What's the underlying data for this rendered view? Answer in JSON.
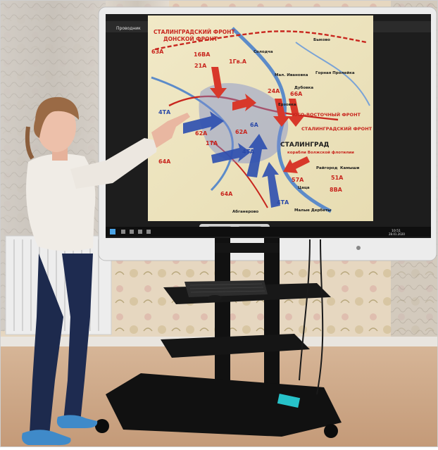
{
  "screen": {
    "window_label": "Проводник",
    "taskbar_time": "10:51",
    "taskbar_date": "28.01.2020"
  },
  "map": {
    "front_stalingrad_top": "СТАЛИНГРАДСКИЙ ФРОНТ",
    "front_don": "ДОНСКОЙ ФРОНТ",
    "front_southeast": "ЮГО-ВОСТОЧНЫЙ ФРОНТ",
    "front_stalingrad_right": "СТАЛИНГРАДСКИЙ ФРОНТ",
    "city": "СТАЛИНГРАД",
    "flotilla": "корабли Волжской флотилии",
    "armies": {
      "a63": "63А",
      "a16va": "16ВА",
      "a21": "21А",
      "a1ga": "1Гв.А",
      "a24": "24А",
      "a66": "66А",
      "a4ta_top": "4ТА",
      "a62": "62А",
      "a1ta": "1ТА",
      "a62b": "62А",
      "a64": "64А",
      "a64b": "64А",
      "a57": "57А",
      "a51": "51А",
      "a4ta_mid": "4ТА",
      "a6a": "6А",
      "a8va": "8ВА",
      "a4ta_bottom": "4ТА"
    },
    "places": {
      "solodcha": "Солодча",
      "bykovo": "Быково",
      "gornaya_proleika": "Горная Пролейка",
      "dubovka": "Дубовка",
      "erzovka": "Ерзовка",
      "raigorod": "Райгород",
      "kamyshi": "Камыши",
      "tsatsa": "Цаца",
      "malye_derbety": "Малые Дербеты",
      "abganerovo": "Абганерово",
      "ivanovka": "Мал. Ивановка"
    }
  },
  "sticker_color": "#27c2c9"
}
